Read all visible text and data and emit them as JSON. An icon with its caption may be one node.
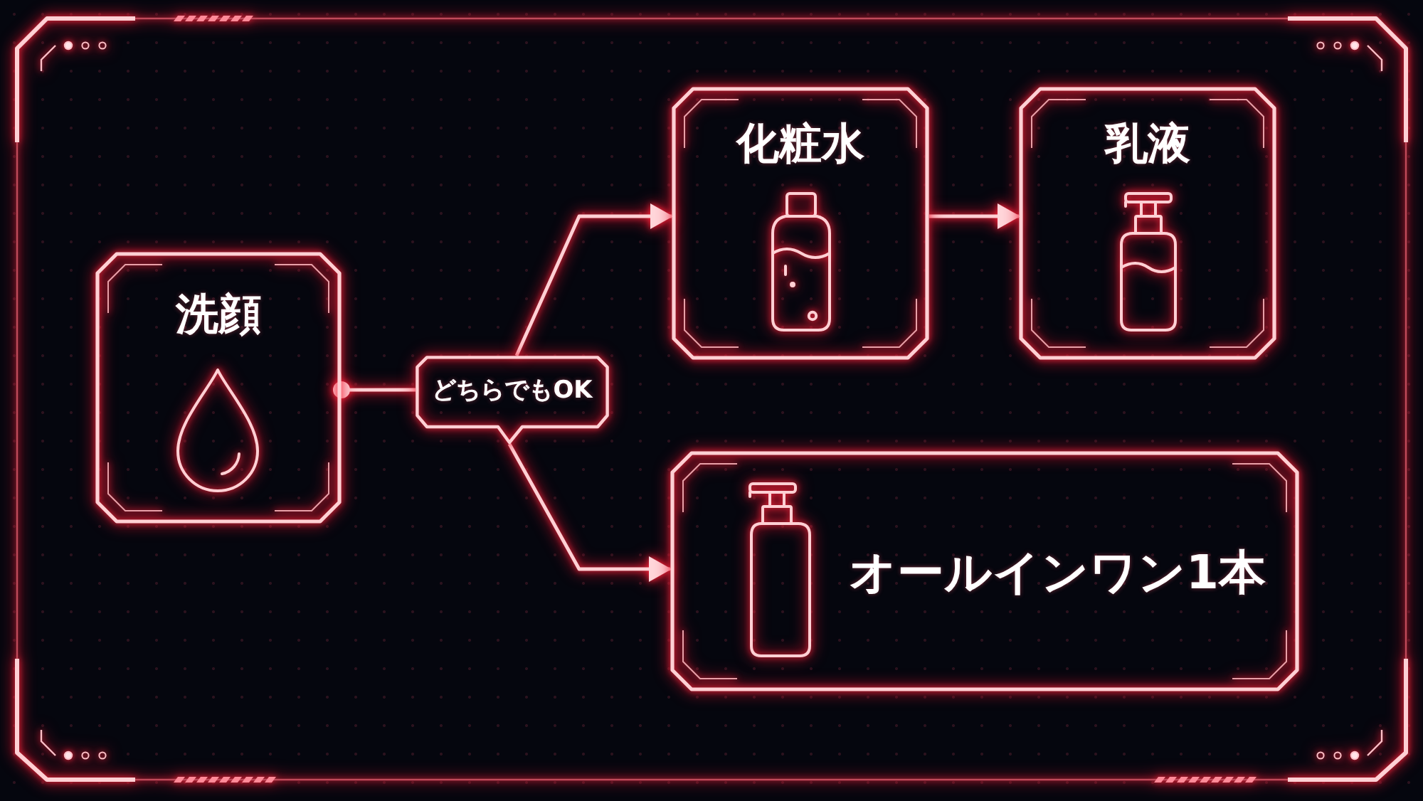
{
  "diagram": {
    "nodes": [
      {
        "text": [
          "洗顔"
        ]
      },
      {
        "text": [
          "どちらでもOK"
        ]
      },
      {
        "text": [
          "化粧水"
        ]
      },
      {
        "text": [
          "乳液"
        ]
      },
      {
        "text": [
          "オールインワン1本"
        ]
      }
    ],
    "edges": [
      {
        "from": 0,
        "to": 1,
        "arrow": "other"
      },
      {
        "from": 1,
        "to": 2,
        "arrow": "to"
      },
      {
        "from": 2,
        "to": 3,
        "arrow": "to"
      },
      {
        "from": 1,
        "to": 4,
        "arrow": "to"
      }
    ]
  }
}
